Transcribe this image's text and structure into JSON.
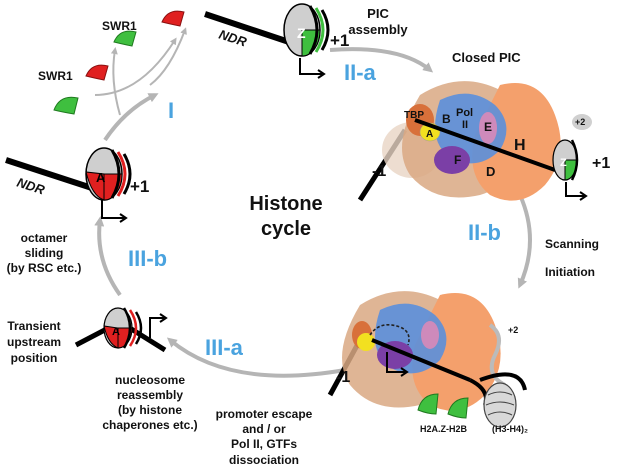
{
  "title": {
    "line1": "Histone",
    "line2": "cycle"
  },
  "steps": {
    "I": "I",
    "II_a": "II-a",
    "II_b": "II-b",
    "III_a": "III-a",
    "III_b": "III-b"
  },
  "labels": {
    "swr1_top": "SWR1",
    "swr1_left": "SWR1",
    "ndr_top": "NDR",
    "ndr_left": "NDR",
    "plus1_top": "+1",
    "plus1_left": "+1",
    "plus1_right": "+1",
    "plus2_top": "+2",
    "plus2_bottom": "+2",
    "minus1_top": "-1",
    "minus1_bottom": "-1",
    "pic_assembly_1": "PIC",
    "pic_assembly_2": "assembly",
    "closed_pic": "Closed PIC",
    "scanning": "Scanning",
    "initiation": "Initiation",
    "h2az_h2b": "H2A.Z-H2B",
    "h3h4": "(H3-H4)₂",
    "promoter_escape_1": "promoter escape",
    "promoter_escape_2": "and / or",
    "promoter_escape_3": "Pol II, GTFs",
    "promoter_escape_4": "dissociation",
    "reassembly_1": "nucleosome",
    "reassembly_2": "reassembly",
    "reassembly_3": "(by histone",
    "reassembly_4": "chaperones etc.)",
    "transient_1": "Transient",
    "transient_2": "upstream",
    "transient_3": "position",
    "sliding_1": "octamer",
    "sliding_2": "sliding",
    "sliding_3": "(by RSC etc.)"
  },
  "nucleosome_letters": {
    "z_top": "Z",
    "a_left": "A",
    "a_bottom_left": "A",
    "z_right": "Z"
  },
  "pic_subunits": {
    "tbp": "TBP",
    "a": "A",
    "b": "B",
    "pol": "Pol",
    "ii": "II",
    "e": "E",
    "f": "F",
    "d": "D",
    "h": "H"
  },
  "colors": {
    "step_blue": "#4aa3df",
    "arrow_gray": "#b5b5b5",
    "h2a_red": "#e02020",
    "h2az_green": "#3fbf3f",
    "tfiih_orange": "#f4a06c",
    "tfiid_tan": "#d9a882",
    "polii_blue": "#5b8fdc",
    "tfiif_purple": "#7b3fa6",
    "tbp_yellow": "#f2e020"
  }
}
